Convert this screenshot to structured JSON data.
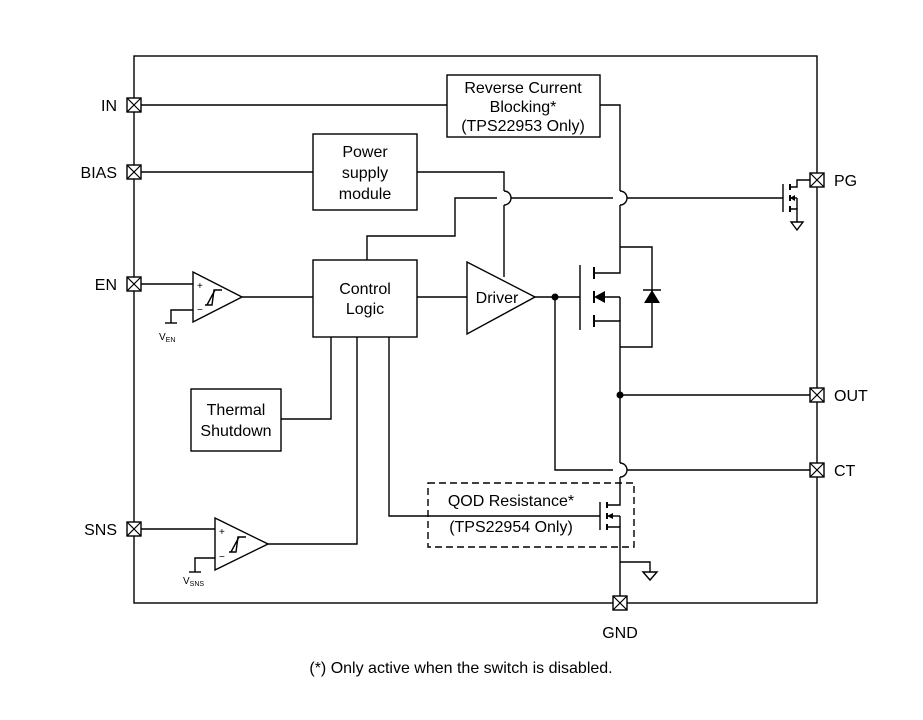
{
  "pins": {
    "in": "IN",
    "bias": "BIAS",
    "en": "EN",
    "sns": "SNS",
    "pg": "PG",
    "out": "OUT",
    "ct": "CT",
    "gnd": "GND"
  },
  "blocks": {
    "reverse_current": [
      "Reverse Current",
      "Blocking*",
      "(TPS22953 Only)"
    ],
    "power_supply": [
      "Power",
      "supply",
      "module"
    ],
    "control_logic": [
      "Control",
      "Logic"
    ],
    "driver": "Driver",
    "thermal": [
      "Thermal",
      "Shutdown"
    ],
    "qod": [
      "QOD Resistance*",
      "(TPS22954 Only)"
    ]
  },
  "comparators": {
    "en_ref": "V",
    "en_ref_sub": "EN",
    "sns_ref": "V",
    "sns_ref_sub": "SNS",
    "plus": "+",
    "minus": "−"
  },
  "footnote": "(*) Only active when the switch is disabled."
}
